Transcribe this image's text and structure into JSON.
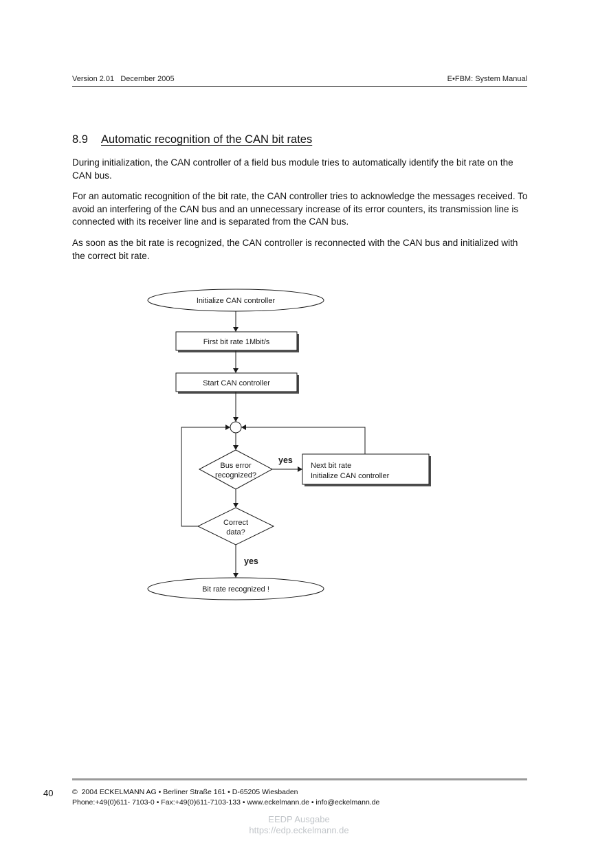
{
  "header": {
    "left": "Version 2.01   December 2005",
    "right": "E•FBM: System Manual"
  },
  "section": {
    "number": "8.9",
    "title": "Automatic recognition of the CAN bit rates"
  },
  "paragraphs": [
    "During initialization, the CAN controller of a field bus module tries to automatically identify the bit rate on the CAN bus.",
    "For an automatic recognition of the bit rate, the CAN controller tries to acknowledge the messages received. To avoid an interfering of the CAN bus and an unnecessary increase of its error counters, its transmission line is connected with its receiver line and is separated from the CAN bus.",
    "As soon as the bit rate is recognized, the CAN controller is reconnected with the CAN bus and initialized with the correct bit rate."
  ],
  "flowchart": {
    "start": "Initialize CAN controller",
    "step1": "First bit rate 1Mbit/s",
    "step2": "Start CAN controller",
    "decision1_line1": "Bus error",
    "decision1_line2": "recognized?",
    "yes1": "yes",
    "action_line1": "Next bit rate",
    "action_line2": "Initialize CAN controller",
    "decision2_line1": "Correct",
    "decision2_line2": "data?",
    "yes2": "yes",
    "end": "Bit rate recognized !"
  },
  "footer": {
    "page_number": "40",
    "line1": "©  2004 ECKELMANN AG • Berliner Straße 161 • D-65205 Wiesbaden",
    "line2": "Phone:+49(0)611- 7103-0 • Fax:+49(0)611-7103-133 • www.eckelmann.de • info@eckelmann.de",
    "watermark_line1": "EEDP Ausgabe",
    "watermark_line2": "https://edp.eckelmann.de"
  }
}
